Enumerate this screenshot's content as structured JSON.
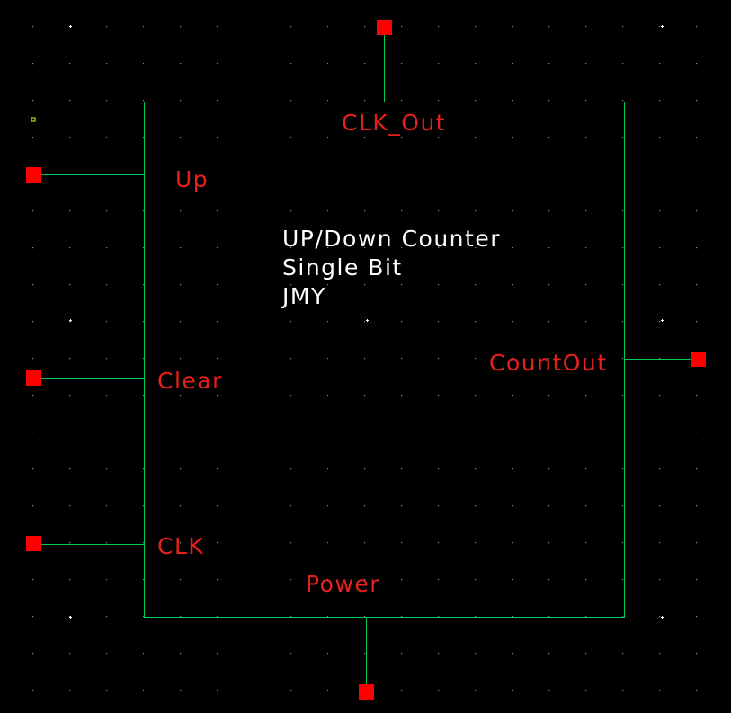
{
  "symbol": {
    "description_lines": [
      "UP/Down Counter",
      "Single Bit",
      "JMY"
    ],
    "pins": {
      "top": "CLK_Out",
      "left": [
        "Up",
        "Clear",
        "CLK"
      ],
      "right": "CountOut",
      "bottom": "Power"
    }
  },
  "colors": {
    "background": "#000000",
    "body_outline": "#00cc55",
    "pin_label": "#e8201c",
    "pin_terminal": "#ff0000",
    "text": "#ffffff"
  }
}
